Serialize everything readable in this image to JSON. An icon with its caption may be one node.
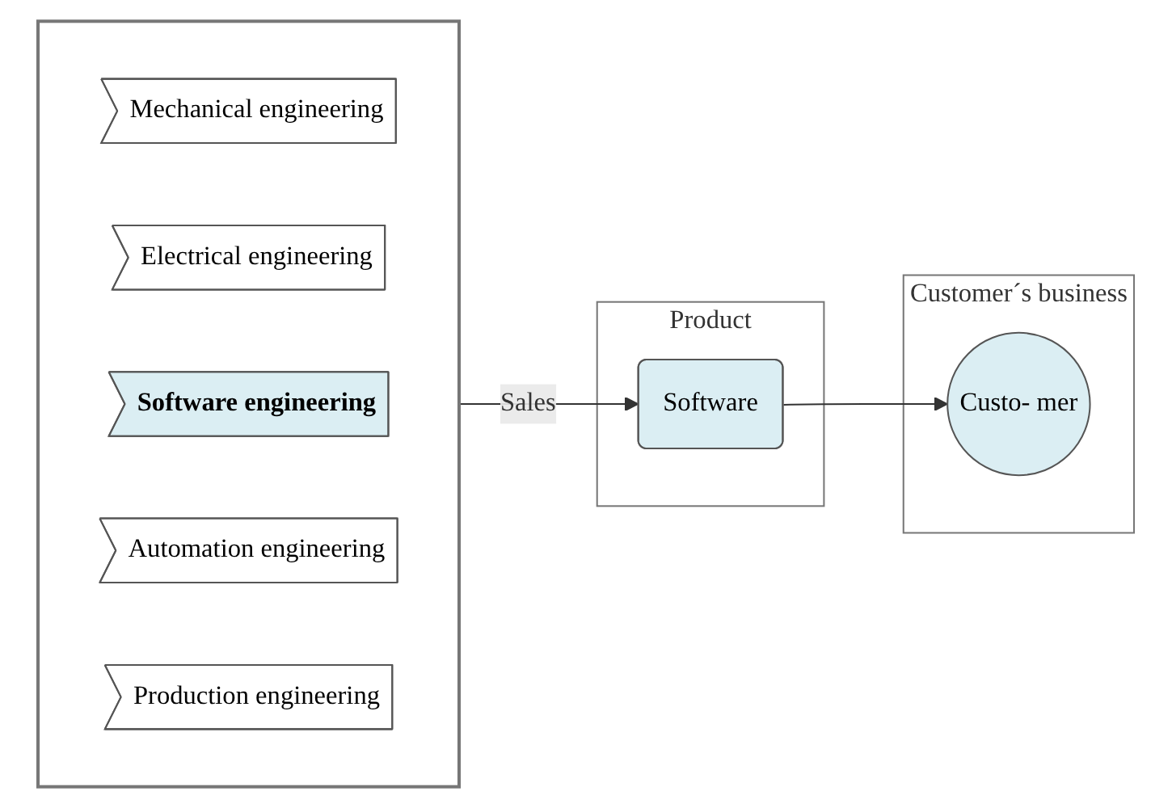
{
  "diagram": {
    "nodes": [
      {
        "text": [],
        "shape": "arrow"
      },
      {
        "text": [
          "Mechanical engineering"
        ],
        "in": 0
      },
      {
        "text": [
          "Electrical engineering"
        ],
        "in": 0
      },
      {
        "text": [
          "Software engineering"
        ],
        "in": 0
      },
      {
        "text": [
          "Automation engineering"
        ],
        "in": 0
      },
      {
        "text": [
          "Production engineering"
        ],
        "in": 0
      },
      {
        "text": [
          "Product"
        ]
      },
      {
        "text": [
          "Software"
        ],
        "in": 6
      },
      {
        "text": [
          "Customer´s business"
        ]
      },
      {
        "text": [
          "Custo- mer"
        ],
        "in": 8
      }
    ],
    "edges": [
      {
        "from": 0,
        "to": 7,
        "arrow": "to",
        "label": "Sales"
      },
      {
        "from": 7,
        "to": 9,
        "arrow": "to"
      }
    ]
  }
}
